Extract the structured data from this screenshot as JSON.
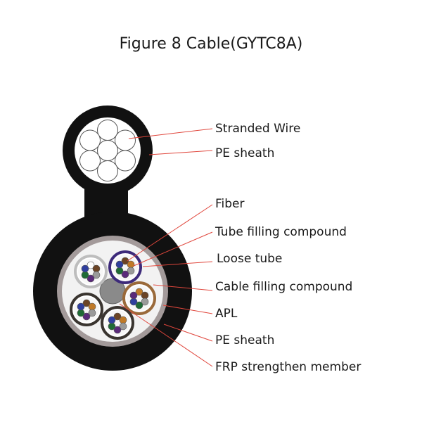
{
  "title": "Figure 8 Cable(GYTC8A)",
  "labels": {
    "stranded_wire": "Stranded Wire",
    "pe_sheath_top": "PE sheath",
    "fiber": "Fiber",
    "tube_filling_compound": "Tube filling compound",
    "loose_tube": "Loose tube",
    "cable_filling_compound": "Cable filling compound",
    "apl": "APL",
    "pe_sheath_bottom": "PE sheath",
    "frp_strengthen_member": "FRP strengthen member"
  },
  "colors": {
    "sheath": "#111111",
    "apl": "#a39a9a",
    "filling": "#f2f2f2",
    "frp": "#8a8a8a",
    "leader_line": "#e0463c",
    "tube_purple": "#3d2a7a",
    "tube_brown": "#9a6a3a",
    "tube_dark": "#3a3530",
    "tube_gray": "#bdbdbd",
    "fiber_blue": "#2f3f9e",
    "fiber_orange": "#c07a28",
    "fiber_green": "#1f6b35",
    "fiber_brown": "#6b4426",
    "fiber_gray": "#9a9a9a",
    "fiber_white": "#ffffff",
    "fiber_purple": "#5a2a7a"
  }
}
